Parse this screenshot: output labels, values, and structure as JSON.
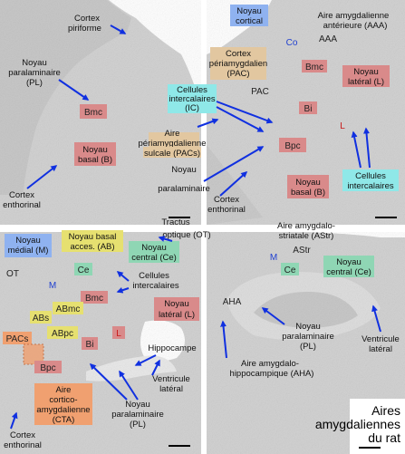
{
  "colors": {
    "box_red": "#d98a8a",
    "box_tan": "#e2c7a0",
    "box_cyan": "#8fe8e8",
    "box_blue": "#8fb2f0",
    "box_green": "#8fd6b4",
    "box_yellow": "#e6e070",
    "box_orange": "#f0a070",
    "letter_blue": "#1f3fd0",
    "letter_red": "#c81818",
    "arrow": "#1030e0",
    "tissue": "#cfcfcf",
    "tissue_dark": "#b5b5b5"
  },
  "title": {
    "line1": "Aires",
    "line2": "amygdaliennes",
    "line3": "du rat"
  },
  "panel_a": {
    "cortex_piriforme": {
      "l1": "Cortex",
      "l2": "piriforme"
    },
    "noyau_paralaminaire": {
      "l1": "Noyau",
      "l2": "paralaminaire",
      "l3": "(PL)"
    },
    "bmc": "Bmc",
    "noyau_basal": {
      "l1": "Noyau",
      "l2": "basal (B)"
    },
    "cortex_enthorinal": {
      "l1": "Cortex",
      "l2": "enthorinal"
    },
    "cellules_intercalaires": {
      "l1": "Cellules",
      "l2": "intercalaires",
      "l3": "(IC)"
    },
    "aire_peri_sulcale": {
      "l1": "Aire",
      "l2": "périamygdalienne",
      "l3": "sulcale (PACs)"
    },
    "noyau_paralaminaire_2": {
      "l1": "Noyau",
      "l2": "paralaminaire"
    },
    "cortex_enthorinal_2": {
      "l1": "Cortex",
      "l2": "enthorinal"
    }
  },
  "panel_b": {
    "noyau_cortical": {
      "l1": "Noyau",
      "l2": "cortical"
    },
    "co": "Co",
    "aire_amyg_ant": {
      "l1": "Aire amygdalienne",
      "l2": "antérieure (AAA)"
    },
    "aaa": "AAA",
    "cortex_periamyg": {
      "l1": "Cortex",
      "l2": "périamygdalien",
      "l3": "(PAC)"
    },
    "bmc": "Bmc",
    "noyau_lateral": {
      "l1": "Noyau",
      "l2": "latéral (L)"
    },
    "pac": "PAC",
    "bi": "Bi",
    "l": "L",
    "bpc": "Bpc",
    "noyau_basal": {
      "l1": "Noyau",
      "l2": "basal (B)"
    },
    "cellules_intercalaires": {
      "l1": "Cellules",
      "l2": "intercalaires"
    }
  },
  "panel_c": {
    "noyau_medial": {
      "l1": "Noyau",
      "l2": "médial (M)"
    },
    "noyau_basal_acces": {
      "l1": "Noyau basal",
      "l2": "acces. (AB)"
    },
    "noyau_central": {
      "l1": "Noyau",
      "l2": "central (Ce)"
    },
    "tractus_optique": {
      "l1": "Tractus",
      "l2": "optique (OT)"
    },
    "ot": "OT",
    "ce": "Ce",
    "m": "M",
    "cellules_intercalaires": {
      "l1": "Cellules",
      "l2": "intercalaires"
    },
    "bmc": "Bmc",
    "abmc": "ABmc",
    "noyau_lateral": {
      "l1": "Noyau",
      "l2": "latéral (L)"
    },
    "abs": "ABs",
    "abpc": "ABpc",
    "l": "L",
    "pacs": "PACs",
    "bi": "Bi",
    "hippocampe": "Hippocampe",
    "bpc": "Bpc",
    "ventricule_lateral": {
      "l1": "Ventricule",
      "l2": "latéral"
    },
    "aire_cortico": {
      "l1": "Aire",
      "l2": "cortico-",
      "l3": "amygdalienne",
      "l4": "(CTA)"
    },
    "noyau_paralaminaire": {
      "l1": "Noyau",
      "l2": "paralaminaire",
      "l3": "(PL)"
    },
    "cortex_enthorinal": {
      "l1": "Cortex",
      "l2": "enthorinal"
    }
  },
  "panel_d": {
    "aire_astr": {
      "l1": "Aire amygdalo-",
      "l2": "striatale (AStr)"
    },
    "astr": "AStr",
    "m": "M",
    "ce": "Ce",
    "noyau_central": {
      "l1": "Noyau",
      "l2": "central (Ce)"
    },
    "aha": "AHA",
    "noyau_paralaminaire": {
      "l1": "Noyau",
      "l2": "paralaminaire",
      "l3": "(PL)"
    },
    "ventricule_lateral": {
      "l1": "Ventricule",
      "l2": "latéral"
    },
    "aire_aha": {
      "l1": "Aire amygdalo-",
      "l2": "hippocampique (AHA)"
    }
  }
}
